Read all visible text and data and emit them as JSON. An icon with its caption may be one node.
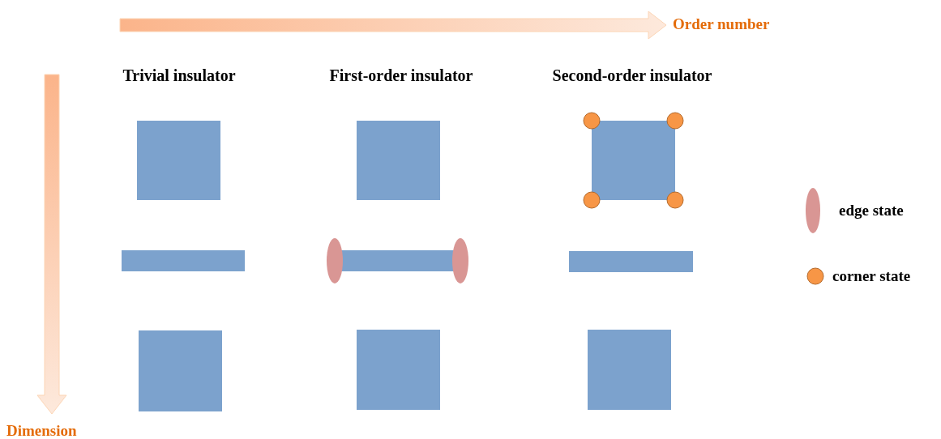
{
  "diagram": {
    "labels": [
      "Order number",
      "Trivial insulator",
      "First-order insulator",
      "Second-order insulator",
      "Dimension"
    ],
    "legend": [
      {
        "text": "edge state",
        "color": "#d99694"
      },
      {
        "text": "corner state",
        "color": "#f79646"
      }
    ]
  }
}
